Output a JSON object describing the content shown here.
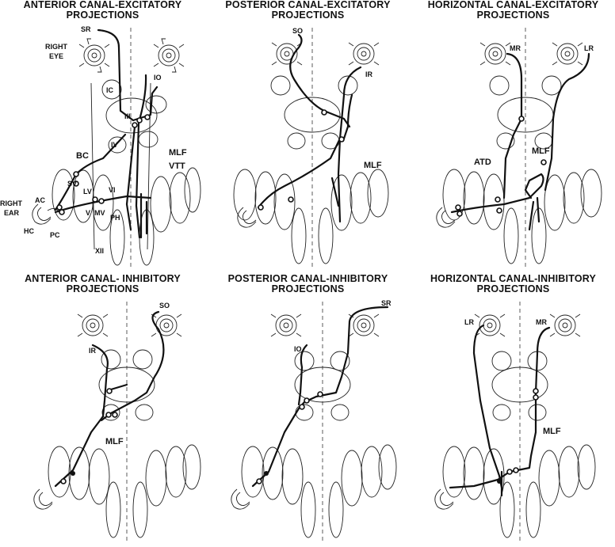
{
  "panels": [
    {
      "id": "p1",
      "title_line1": "ANTERIOR CANAL-EXCITATORY",
      "title_line2": "PROJECTIONS",
      "labels": {
        "sr": "SR",
        "right_eye_1": "RIGHT",
        "right_eye_2": "EYE",
        "io": "IO",
        "ic": "IC",
        "iii": "III",
        "iv": "IV",
        "bc": "BC",
        "mlf": "MLF",
        "vtt": "VTT",
        "sv": "SV",
        "lv": "LV",
        "vi": "VI",
        "ac": "AC",
        "right_ear_1": "RIGHT",
        "right_ear_2": "EAR",
        "v": "V",
        "mv": "MV",
        "ph": "PH",
        "hc": "HC",
        "pc": "PC",
        "xii": "XII"
      }
    },
    {
      "id": "p2",
      "title_line1": "POSTERIOR CANAL-EXCITATORY",
      "title_line2": "PROJECTIONS",
      "labels": {
        "so": "SO",
        "ir": "IR",
        "mlf": "MLF"
      }
    },
    {
      "id": "p3",
      "title_line1": "HORIZONTAL CANAL-EXCITATORY",
      "title_line2": "PROJECTIONS",
      "labels": {
        "mr": "MR",
        "lr": "LR",
        "atd": "ATD",
        "mlf": "MLF"
      }
    },
    {
      "id": "p4",
      "title_line1": "ANTERIOR CANAL- INHIBITORY",
      "title_line2": "PROJECTIONS",
      "labels": {
        "so": "SO",
        "ir": "IR",
        "mlf": "MLF"
      }
    },
    {
      "id": "p5",
      "title_line1": "POSTERIOR CANAL-INHIBITORY",
      "title_line2": "PROJECTIONS",
      "labels": {
        "sr": "SR",
        "io": "IO"
      }
    },
    {
      "id": "p6",
      "title_line1": "HORIZONTAL CANAL-INHIBITORY",
      "title_line2": "PROJECTIONS",
      "labels": {
        "lr": "LR",
        "mr": "MR",
        "mlf": "MLF"
      }
    }
  ]
}
